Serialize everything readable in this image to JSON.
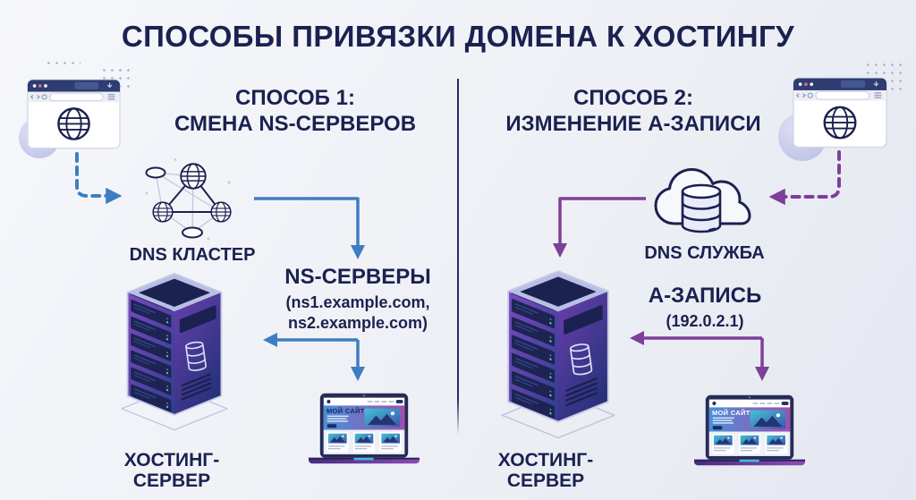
{
  "title": "СПОСОБЫ ПРИВЯЗКИ ДОМЕНА К ХОСТИНГУ",
  "colors": {
    "navy_text": "#1b2150",
    "arrow_blue": "#3d7ec2",
    "arrow_purple": "#7d3f98",
    "server_purple": "#7b4ac0",
    "server_blue": "#303e8e"
  },
  "icons": {
    "left_source": "browser-window-globe-icon",
    "left_dns": "dns-cluster-network-icon",
    "left_target": "server-tower-icon",
    "left_result": "laptop-website-icon",
    "right_source": "browser-window-globe-icon",
    "right_dns": "cloud-database-icon",
    "right_target": "server-tower-icon",
    "right_result": "laptop-website-icon"
  },
  "method1": {
    "heading_line1": "СПОСОБ 1:",
    "heading_line2": "СМЕНА NS-СЕРВЕРОВ",
    "dns_cluster_label": "DNS КЛАСТЕР",
    "ns_servers_title": "NS-СЕРВЕРЫ",
    "ns_servers_detail_line1": "(ns1.example.com,",
    "ns_servers_detail_line2": "ns2.example.com)",
    "hosting_server_label": "ХОСТИНГ-СЕРВЕР",
    "site_title": "МОЙ САЙТ"
  },
  "method2": {
    "heading_line1": "СПОСОБ 2:",
    "heading_line2": "ИЗМЕНЕНИЕ А-ЗАПИСИ",
    "dns_service_label": "DNS СЛУЖБА",
    "a_record_title": "А-ЗАПИСЬ",
    "a_record_value": "(192.0.2.1)",
    "hosting_server_label": "ХОСТИНГ-СЕРВЕР",
    "site_title": "МОЙ САЙТ"
  }
}
